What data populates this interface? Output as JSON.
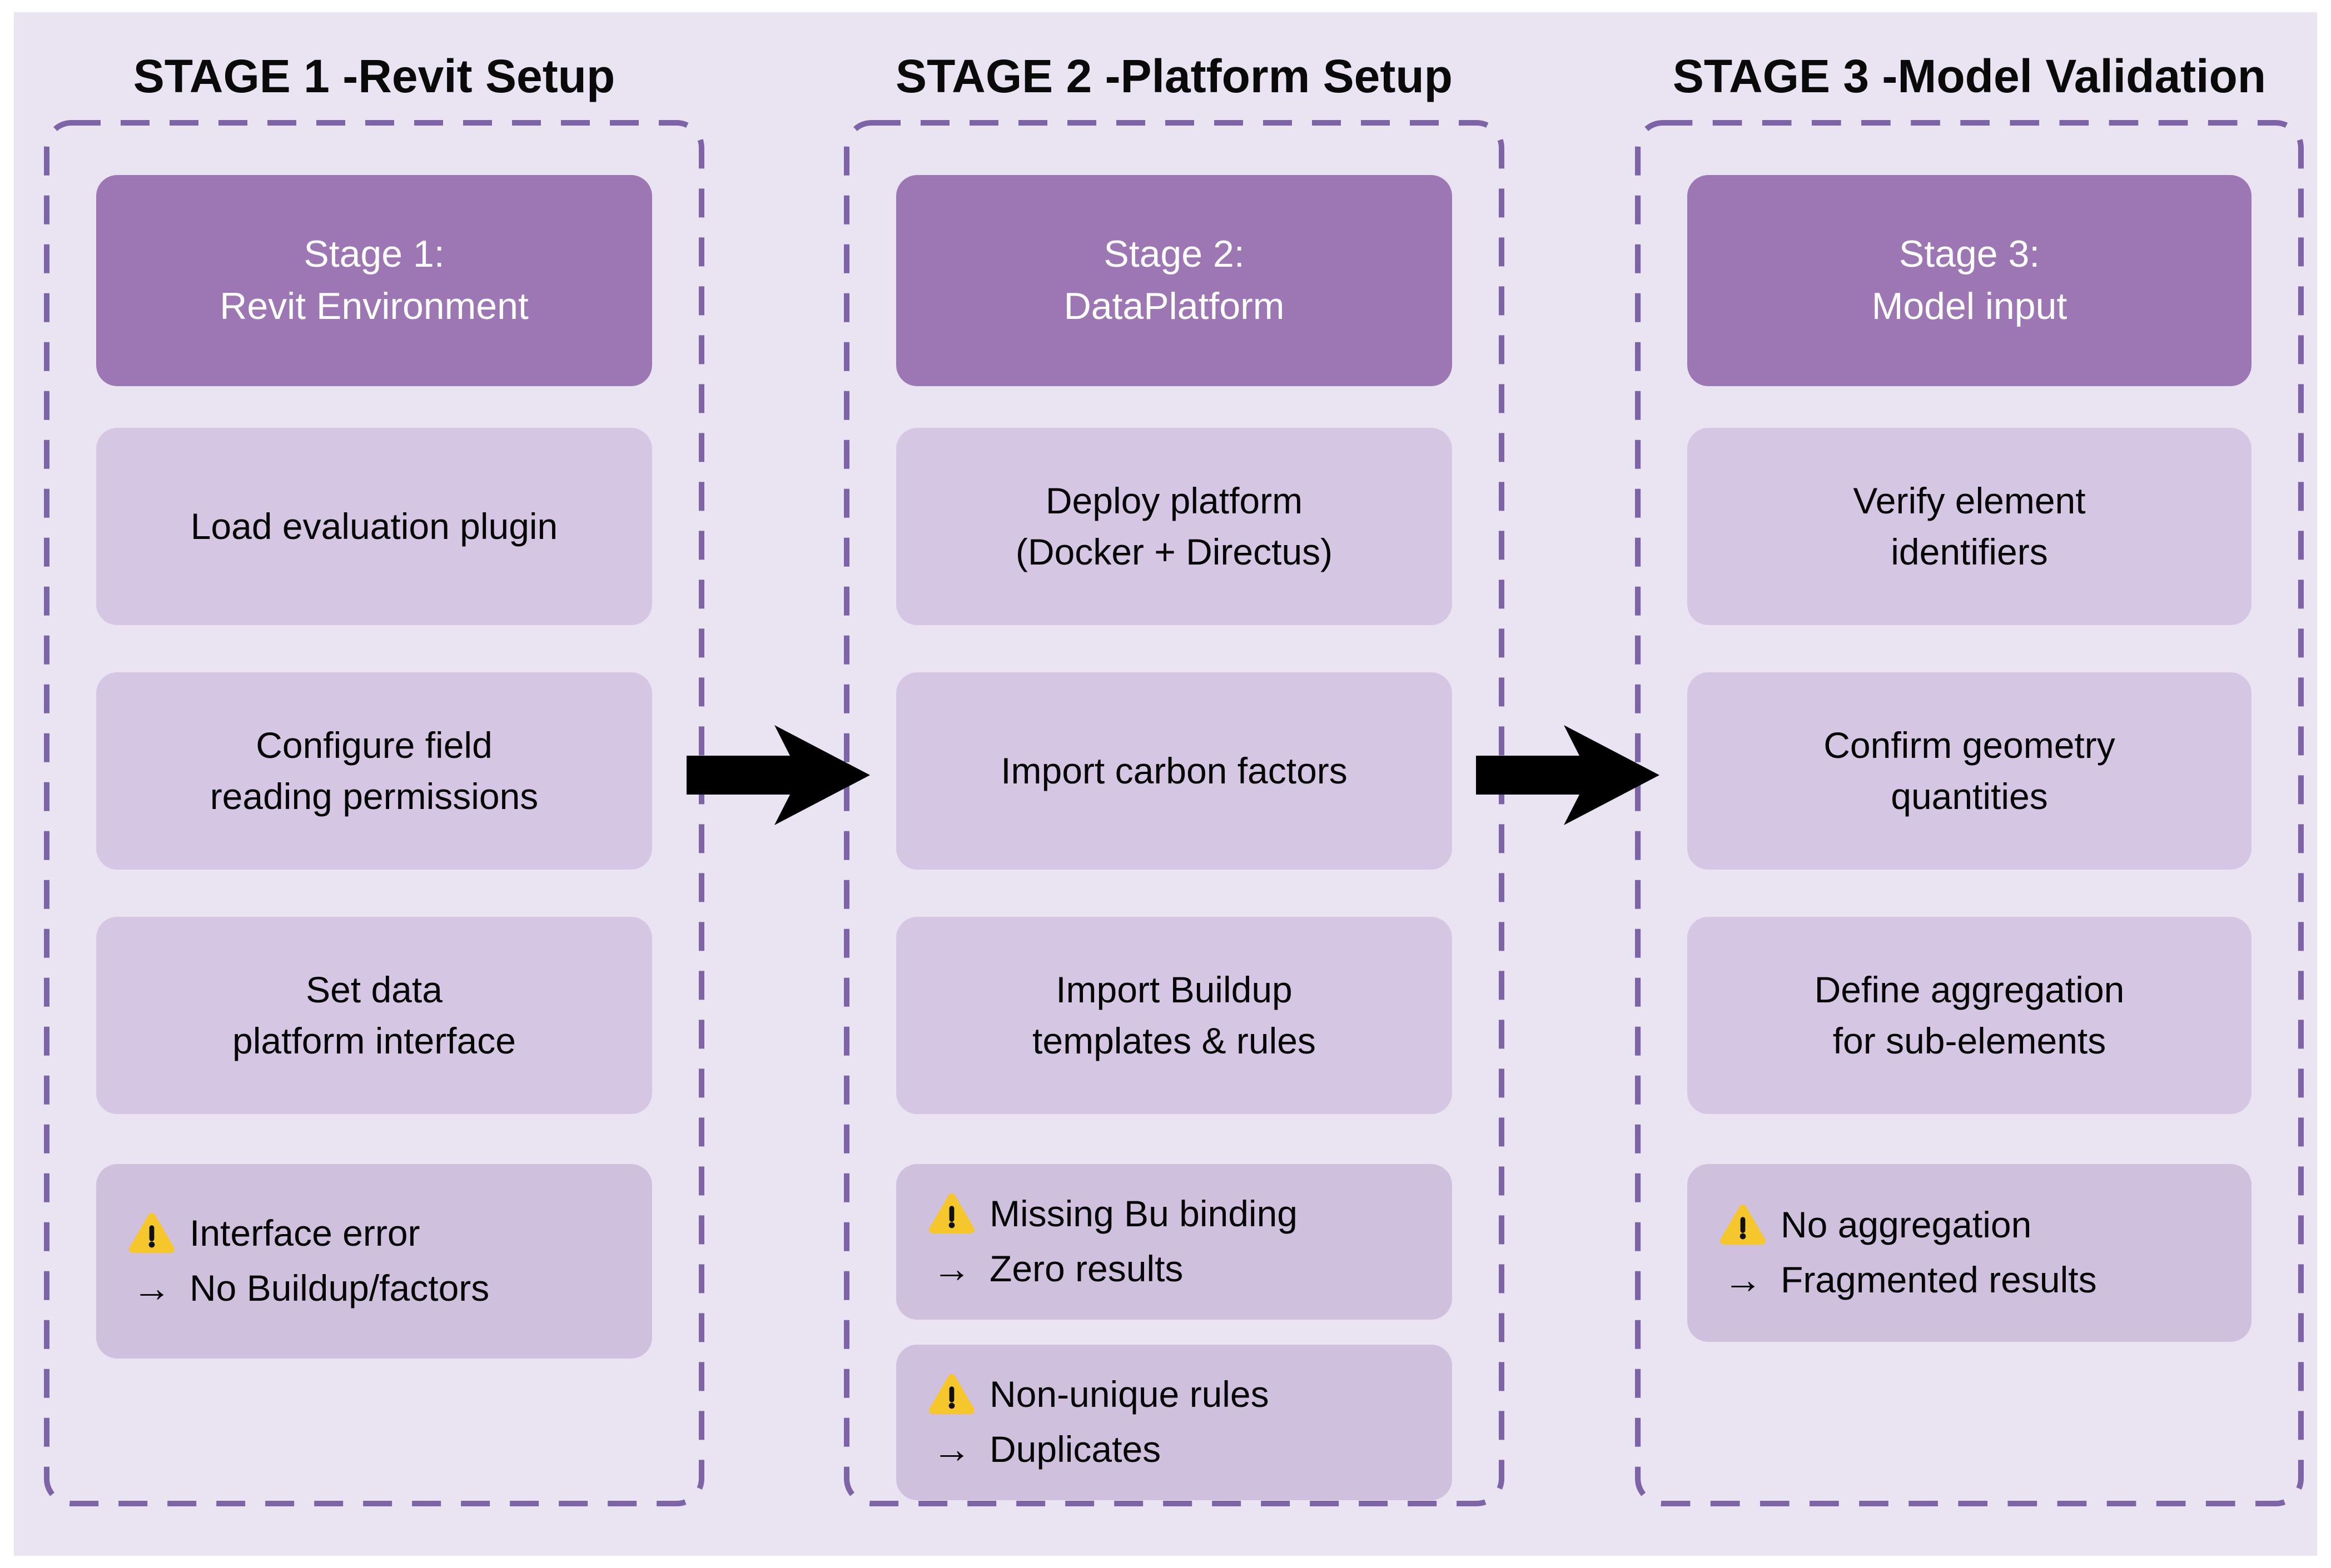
{
  "diagram": {
    "stages": [
      {
        "title": "STAGE 1 -Revit Setup",
        "header": "Stage 1:\nRevit Environment",
        "tasks": [
          "Load evaluation plugin",
          "Configure field\nreading permissions",
          "Set data\nplatform interface"
        ],
        "warnings": [
          {
            "issue": "Interface error",
            "consequence": "No Buildup/factors"
          }
        ]
      },
      {
        "title": "STAGE 2 -Platform Setup",
        "header": "Stage 2:\nDataPlatform",
        "tasks": [
          "Deploy platform\n(Docker + Directus)",
          "Import carbon factors",
          "Import Buildup\ntemplates & rules"
        ],
        "warnings": [
          {
            "issue": "Missing Bu binding",
            "consequence": "Zero results"
          },
          {
            "issue": "Non-unique rules",
            "consequence": "Duplicates"
          }
        ]
      },
      {
        "title": "STAGE 3 -Model Validation",
        "header": "Stage 3:\nModel input",
        "tasks": [
          "Verify element\nidentifiers",
          "Confirm geometry\nquantities",
          "Define aggregation\nfor sub-elements"
        ],
        "warnings": [
          {
            "issue": "No aggregation",
            "consequence": "Fragmented results"
          }
        ]
      }
    ],
    "icons": {
      "warning": "warning-triangle-icon",
      "arrow_char": "→",
      "flow_arrow": "right-block-arrow"
    },
    "colors": {
      "board_bg": "#E9E3F2",
      "task_box": "#D5C7E3",
      "warning_box": "#CFC0DE",
      "header_box": "#9C77B3",
      "dashed_border": "#7D64A6",
      "title_text": "#0A0A0A",
      "header_text": "#FFFFFF",
      "warning_triangle": "#F6C62D",
      "flow_arrow": "#000000"
    }
  }
}
